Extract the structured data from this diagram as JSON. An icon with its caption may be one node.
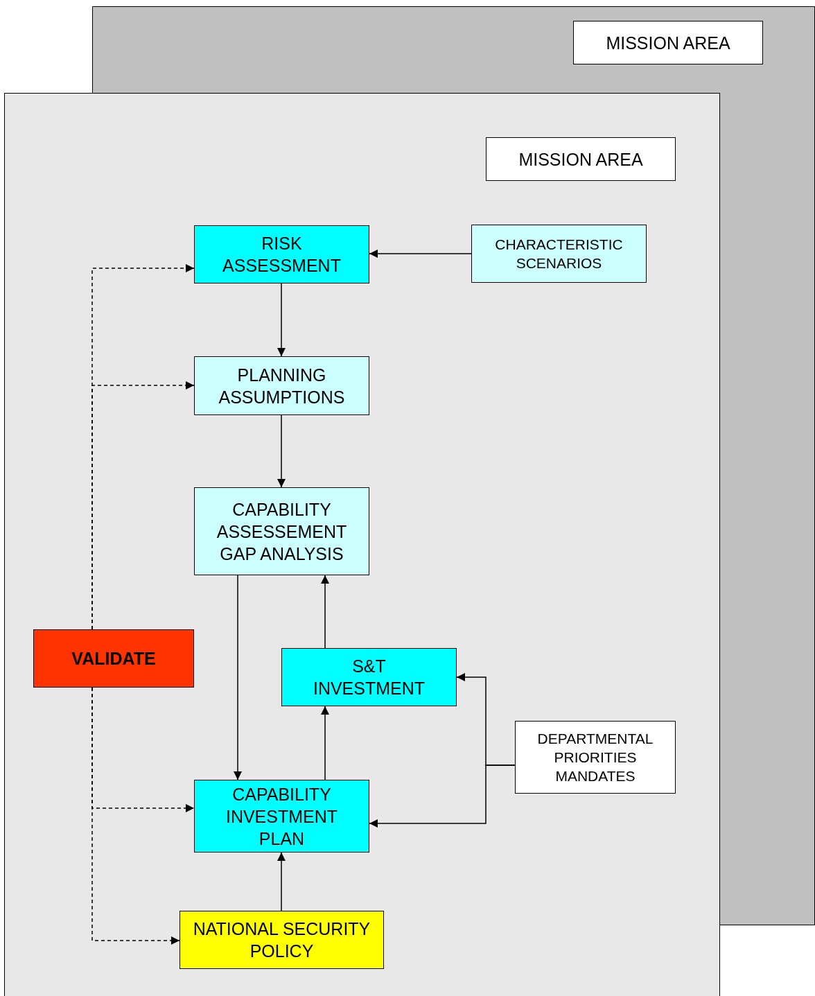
{
  "diagram": {
    "nodes": [
      {
        "text": [
          "MISSION AREA"
        ]
      },
      {
        "text": [
          "MISSION AREA"
        ]
      },
      {
        "text": [
          "RISK ASSESSMENT"
        ]
      },
      {
        "text": [
          "CHARACTERISTIC SCENARIOS"
        ]
      },
      {
        "text": [
          "PLANNING ASSUMPTIONS"
        ]
      },
      {
        "text": [
          "CAPABILITY ASSESSEMENT GAP ANALYSIS"
        ]
      },
      {
        "text": [
          "VALIDATE"
        ]
      },
      {
        "text": [
          "S&T INVESTMENT"
        ]
      },
      {
        "text": [
          "DEPARTMENTAL PRIORITIES MANDATES"
        ]
      },
      {
        "text": [
          "CAPABILITY INVESTMENT PLAN"
        ]
      },
      {
        "text": [
          "NATIONAL SECURITY POLICY"
        ]
      }
    ],
    "edges": [
      {
        "from": 3,
        "to": 2,
        "arrow": "to"
      },
      {
        "from": 2,
        "to": 4,
        "arrow": "to"
      },
      {
        "from": 4,
        "to": 5,
        "arrow": "to"
      },
      {
        "from": 5,
        "to": 9,
        "arrow": "to"
      },
      {
        "from": 9,
        "to": 7,
        "arrow": "to"
      },
      {
        "from": 7,
        "to": 5,
        "arrow": "to"
      },
      {
        "from": 8,
        "to": 7,
        "arrow": "to"
      },
      {
        "from": 8,
        "to": 9,
        "arrow": "to"
      },
      {
        "from": 10,
        "to": 9,
        "arrow": "to"
      },
      {
        "from": 6,
        "to": 2,
        "arrow": "to",
        "style": "dashed"
      },
      {
        "from": 6,
        "to": 4,
        "arrow": "to",
        "style": "dashed"
      },
      {
        "from": 6,
        "to": 9,
        "arrow": "to",
        "style": "dashed"
      },
      {
        "from": 6,
        "to": 10,
        "arrow": "to",
        "style": "dashed"
      }
    ]
  }
}
